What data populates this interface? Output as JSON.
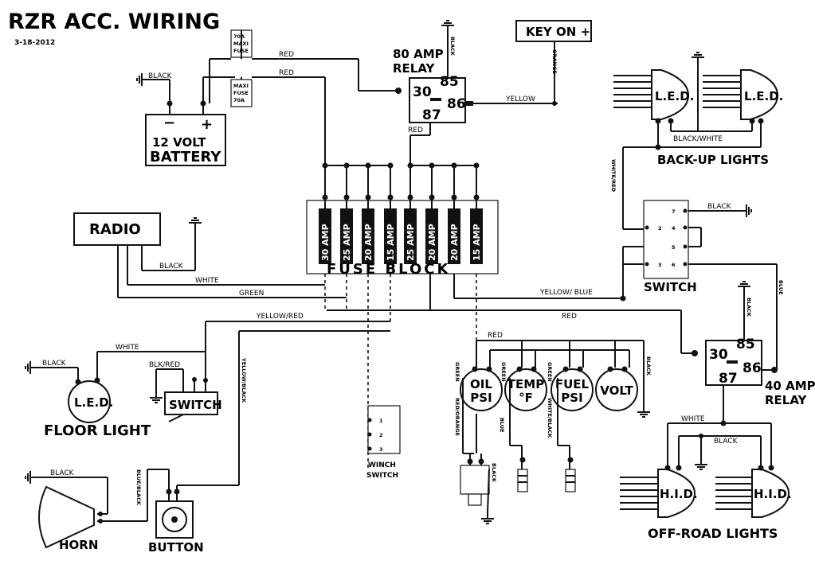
{
  "title": "RZR ACC. WIRING",
  "date": "3-18-2012",
  "battery": {
    "label1": "12 VOLT",
    "label2": "BATTERY",
    "neg": "−",
    "pos": "+"
  },
  "main_fuse_top": {
    "line1": "70A",
    "line2": "MAXI",
    "line3": "FUSE"
  },
  "main_fuse_bottom": {
    "line1": "MAXI",
    "line2": "FUSE",
    "line3": "70A"
  },
  "relay_80": {
    "label1": "80 AMP",
    "label2": "RELAY",
    "pin30": "30",
    "pin85": "85",
    "pin86": "86",
    "pin87": "87"
  },
  "relay_40": {
    "label1": "40 AMP",
    "label2": "RELAY",
    "pin30": "30",
    "pin85": "85",
    "pin86": "86",
    "pin87": "87"
  },
  "key_on": "KEY ON +",
  "radio": "RADIO",
  "fuse_block": {
    "label": "FUSE BLOCK",
    "fuses": [
      "30 AMP",
      "25 AMP",
      "20 AMP",
      "15 AMP",
      "25 AMP",
      "20 AMP",
      "20 AMP",
      "15 AMP"
    ]
  },
  "backup_lights": {
    "label": "BACK-UP LIGHTS",
    "led": "L.E.D."
  },
  "switch_main": {
    "label": "SWITCH",
    "pins": [
      "7",
      "4",
      "2",
      "5",
      "3",
      "6"
    ]
  },
  "floor_light": {
    "label": "FLOOR LIGHT",
    "led": "L.E.D."
  },
  "floor_switch": "SWITCH",
  "horn": "HORN",
  "button": "BUTTON",
  "winch_switch": {
    "label1": "WINCH",
    "label2": "SWITCH",
    "pins": [
      "1",
      "2",
      "3"
    ]
  },
  "gauges": [
    {
      "line1": "OIL",
      "line2": "PSI"
    },
    {
      "line1": "TEMP",
      "line2": "°F"
    },
    {
      "line1": "FUEL",
      "line2": "PSI"
    },
    {
      "line1": "VOLT",
      "line2": ""
    }
  ],
  "offroad_lights": {
    "label": "OFF-ROAD LIGHTS",
    "hid": "H.I.D."
  },
  "wires": {
    "black": "BLACK",
    "red": "RED",
    "orange": "ORANGE",
    "yellow": "YELLOW",
    "white": "WHITE",
    "green": "GREEN",
    "yellow_red": "YELLOW/RED",
    "yellow_blue": "YELLOW/ BLUE",
    "black_white": "BLACK/WHITE",
    "white_red": "WHITE/RED",
    "blue": "BLUE",
    "blk_red": "BLK/RED",
    "yellow_black": "YELLOW/BLACK",
    "blue_black": "BLUE/BLACK",
    "green_2": "GREEN",
    "red_orange": "RED/ORANGE",
    "white_black": "WHITE/BLACK"
  }
}
